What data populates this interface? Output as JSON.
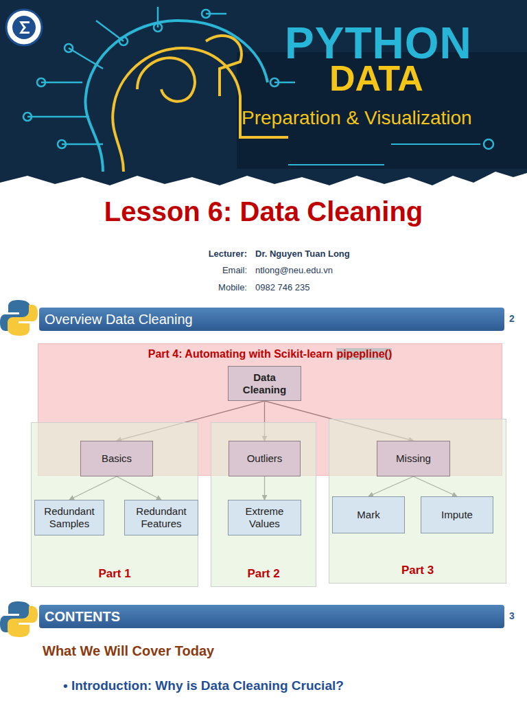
{
  "diagram": {
    "title": "Lesson 6: Data Cleaning",
    "nodes": [
      {
        "text": [
          "Overview Data Cleaning"
        ]
      },
      {
        "text": [
          "Part 4: Automating with Scikit-learn",
          "pipepline()"
        ]
      },
      {
        "text": [
          "Data Cleaning"
        ],
        "in": 1
      },
      {
        "text": [
          "Part 1"
        ]
      },
      {
        "text": [
          "Basics"
        ],
        "in": 3
      },
      {
        "text": [
          "Redundant Samples"
        ],
        "in": 3
      },
      {
        "text": [
          "Redundant Features"
        ],
        "in": 3
      },
      {
        "text": [
          "Part 2"
        ]
      },
      {
        "text": [
          "Outliers"
        ],
        "in": 7
      },
      {
        "text": [
          "Extreme Values"
        ],
        "in": 7
      },
      {
        "text": [
          "Part 3"
        ]
      },
      {
        "text": [
          "Missing"
        ],
        "in": 10
      },
      {
        "text": [
          "Mark"
        ],
        "in": 10
      },
      {
        "text": [
          "Impute"
        ],
        "in": 10
      },
      {
        "text": [
          "CONTENTS"
        ]
      }
    ],
    "edges": [
      {
        "from": 2,
        "to": 4,
        "arrow": "to"
      },
      {
        "from": 2,
        "to": 8,
        "arrow": "to"
      },
      {
        "from": 2,
        "to": 11,
        "arrow": "to"
      },
      {
        "from": 4,
        "to": 5,
        "arrow": "to"
      },
      {
        "from": 4,
        "to": 6,
        "arrow": "to"
      },
      {
        "from": 8,
        "to": 9,
        "arrow": "to"
      },
      {
        "from": 11,
        "to": 12,
        "arrow": "to"
      },
      {
        "from": 11,
        "to": 13,
        "arrow": "to"
      }
    ],
    "labels": [
      "PYTHON",
      "DATA",
      "Preparation & Visualization",
      "Lecturer:",
      "Dr. Nguyen Tuan Long",
      "Email:",
      "ntlong@neu.edu.vn",
      "Mobile:",
      "0982 746 235",
      "2",
      "3",
      "What We Will Cover Today",
      "• Introduction: Why is Data Cleaning Crucial?"
    ]
  }
}
